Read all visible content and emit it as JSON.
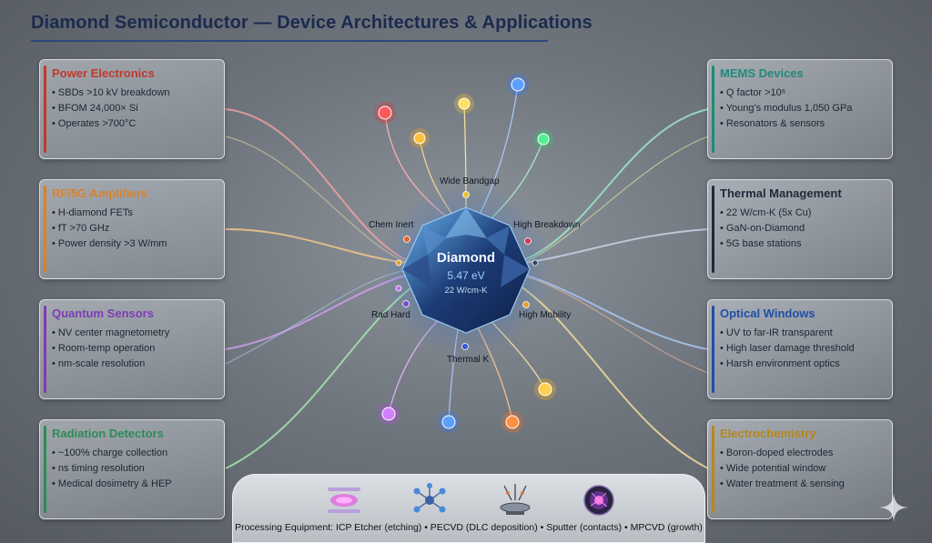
{
  "title": "Diamond Semiconductor — Device Architectures & Applications",
  "center": {
    "name": "Diamond",
    "bandgap": "5.47 eV",
    "thermal": "22 W/cm-K"
  },
  "properties": [
    {
      "label": "Wide Bandgap",
      "color": "#e8c23a"
    },
    {
      "label": "Chem Inert",
      "color": "#e06a2a"
    },
    {
      "label": "High Breakdown",
      "color": "#d03a5a"
    },
    {
      "label": "Rad Hard",
      "color": "#7a4ad0"
    },
    {
      "label": "High Mobility",
      "color": "#e8a030"
    },
    {
      "label": "Thermal K",
      "color": "#3a5ad0"
    }
  ],
  "cards": [
    {
      "title": "Power Electronics",
      "color": "#c0392b",
      "items": [
        "SBDs >10 kV breakdown",
        "BFOM 24,000× Si",
        "Operates >700°C"
      ]
    },
    {
      "title": "RF/5G Amplifiers",
      "color": "#d9822b",
      "items": [
        "H-diamond FETs",
        "fT >70 GHz",
        "Power density >3 W/mm"
      ]
    },
    {
      "title": "Quantum Sensors",
      "color": "#7d3cb5",
      "items": [
        "NV center magnetometry",
        "Room-temp operation",
        "nm-scale resolution"
      ]
    },
    {
      "title": "Radiation Detectors",
      "color": "#2e8b57",
      "items": [
        "~100% charge collection",
        "ns timing resolution",
        "Medical dosimetry & HEP"
      ]
    },
    {
      "title": "MEMS Devices",
      "color": "#1f8a7a",
      "items": [
        "Q factor >10⁶",
        "Young's modulus 1,050 GPa",
        "Resonators & sensors"
      ]
    },
    {
      "title": "Thermal Management",
      "color": "#1e2a3a",
      "items": [
        "22 W/cm-K (5x Cu)",
        "GaN-on-Diamond",
        "5G base stations"
      ]
    },
    {
      "title": "Optical Windows",
      "color": "#1f4fa8",
      "items": [
        "UV to far-IR transparent",
        "High laser damage threshold",
        "Harsh environment optics"
      ]
    },
    {
      "title": "Electrochemistry",
      "color": "#b8861b",
      "items": [
        "Boron-doped electrodes",
        "Wide potential window",
        "Water treatment & sensing"
      ]
    }
  ],
  "equipment_caption": "Processing Equipment: ICP Etcher (etching)  •  PECVD (DLC deposition)  •  Sputter (contacts)  •  MPCVD (growth)",
  "icons": [
    "icp-etcher-icon",
    "pecvd-icon",
    "sputter-icon",
    "mpcvd-icon"
  ],
  "orbs": [
    "#e03a3a",
    "#e8a020",
    "#e8c030",
    "#3a78e8",
    "#2ec870",
    "#b050e0",
    "#3a7ae8",
    "#f07020",
    "#f0b020"
  ]
}
